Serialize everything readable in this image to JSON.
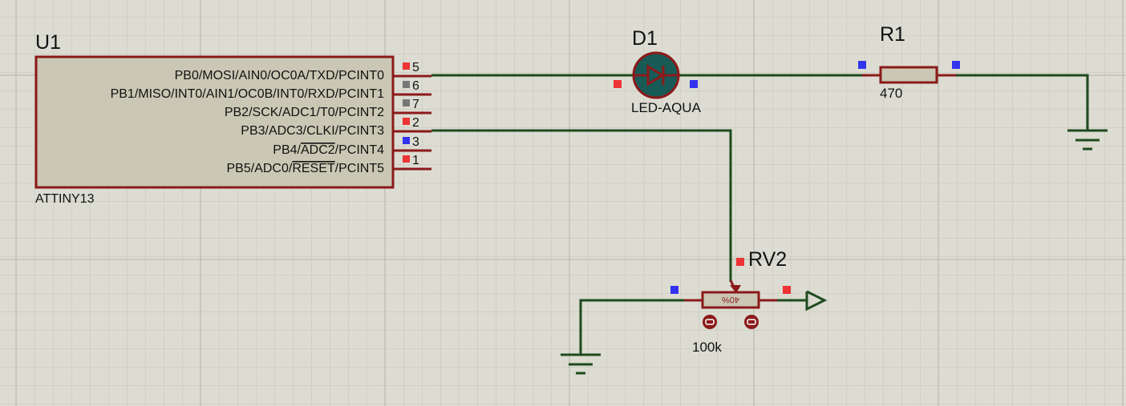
{
  "colors": {
    "background": "#dcdcd2",
    "grid_minor": "#c4c4b8",
    "grid_major": "#b4b4a6",
    "wire": "#1e4a1e",
    "component_outline": "#8b1a1a",
    "chip_fill": "#cac8b4",
    "pin_red": "#ee3333",
    "pin_blue": "#3333ee",
    "pin_gray": "#777777"
  },
  "u1": {
    "ref": "U1",
    "part": "ATTINY13",
    "pins": [
      {
        "name_pre": "PB0/MOSI/AIN0/OC0A/TXD/PCINT0",
        "name_over": "",
        "name_post": "",
        "number": "5",
        "marker": "red"
      },
      {
        "name_pre": "PB1/MISO/INT0/AIN1/OC0B/INT0/RXD/PCINT1",
        "name_over": "",
        "name_post": "",
        "number": "6",
        "marker": "gray"
      },
      {
        "name_pre": "PB2/SCK/ADC1/T0/PCINT2",
        "name_over": "",
        "name_post": "",
        "number": "7",
        "marker": "gray"
      },
      {
        "name_pre": "PB3/ADC3/CLKI/PCINT3",
        "name_over": "",
        "name_post": "",
        "number": "2",
        "marker": "red"
      },
      {
        "name_pre": "PB4/",
        "name_over": "ADC2",
        "name_post": "/PCINT4",
        "number": "3",
        "marker": "blue"
      },
      {
        "name_pre": "PB5/ADC0/",
        "name_over": "RESET",
        "name_post": "/PCINT5",
        "number": "1",
        "marker": "red"
      }
    ]
  },
  "d1": {
    "ref": "D1",
    "value": "LED-AQUA"
  },
  "r1": {
    "ref": "R1",
    "value": "470"
  },
  "rv2": {
    "ref": "RV2",
    "value": "100k",
    "wiper_position": "40%"
  }
}
